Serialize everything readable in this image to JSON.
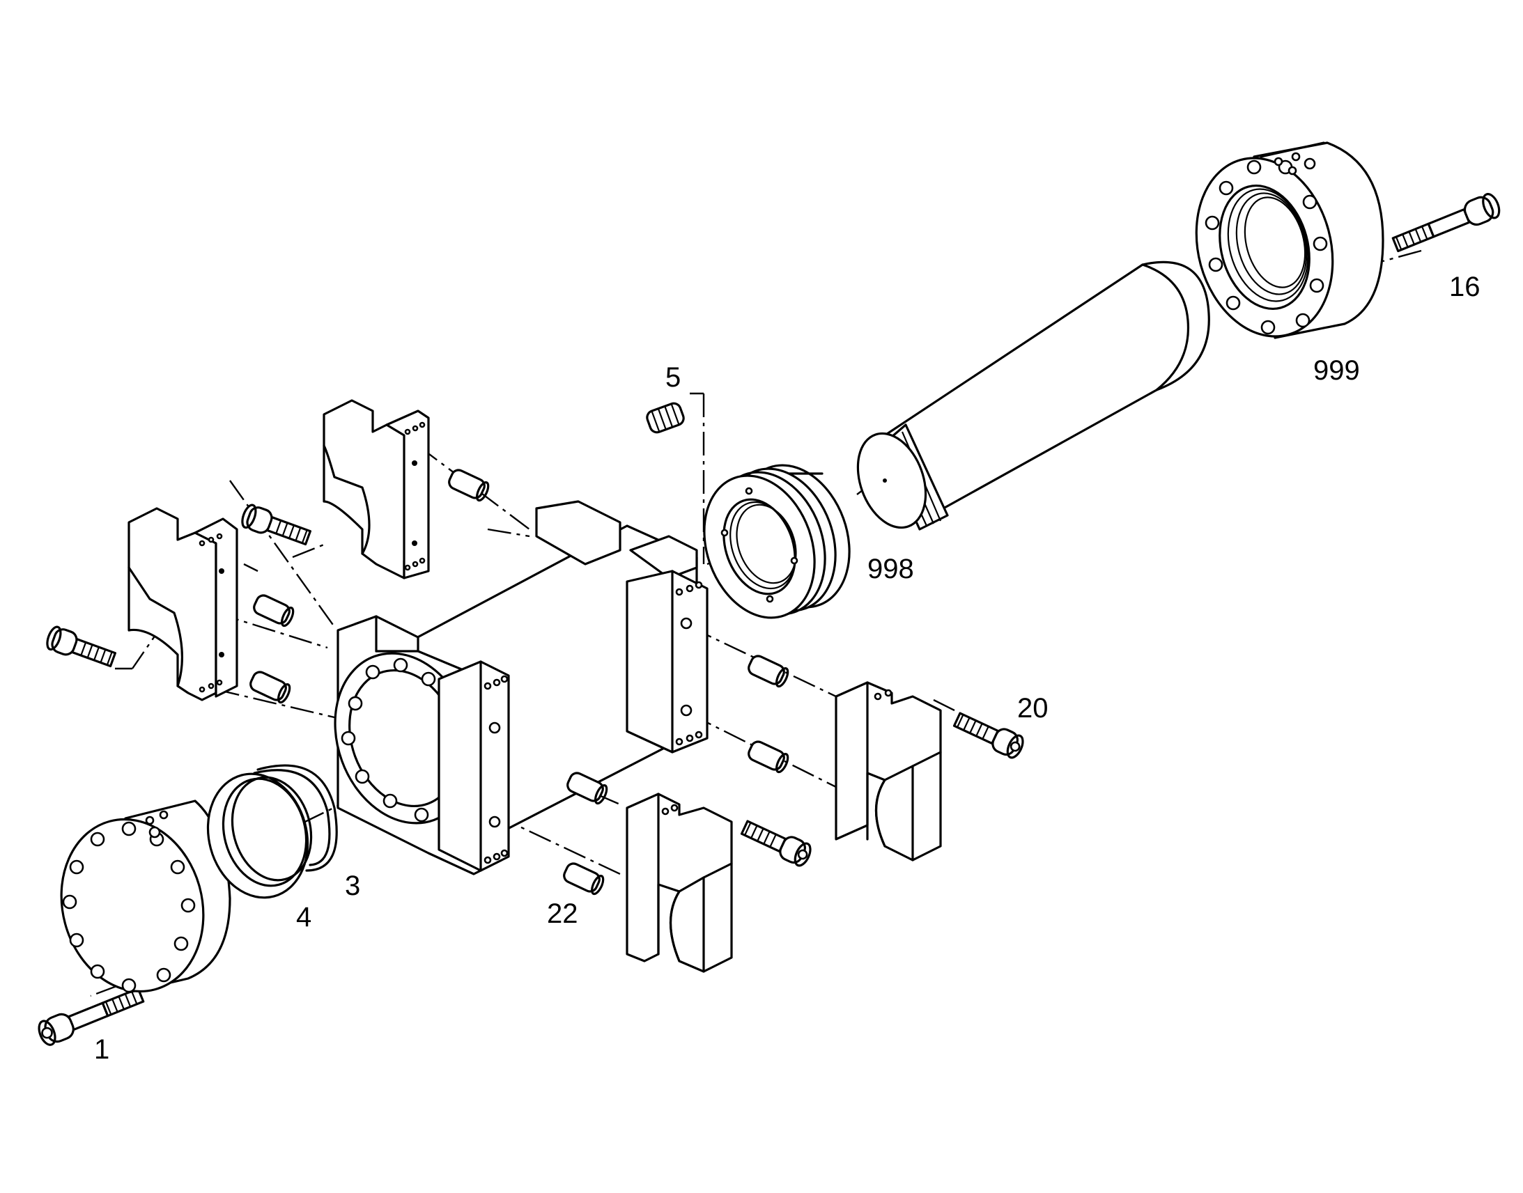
{
  "callouts": {
    "c1": "1",
    "c3": "3",
    "c4": "4",
    "c5": "5",
    "c16": "16",
    "c20": "20",
    "c22": "22",
    "c998": "998",
    "c999": "999"
  },
  "colors": {
    "line": "#000000",
    "background": "#ffffff"
  }
}
